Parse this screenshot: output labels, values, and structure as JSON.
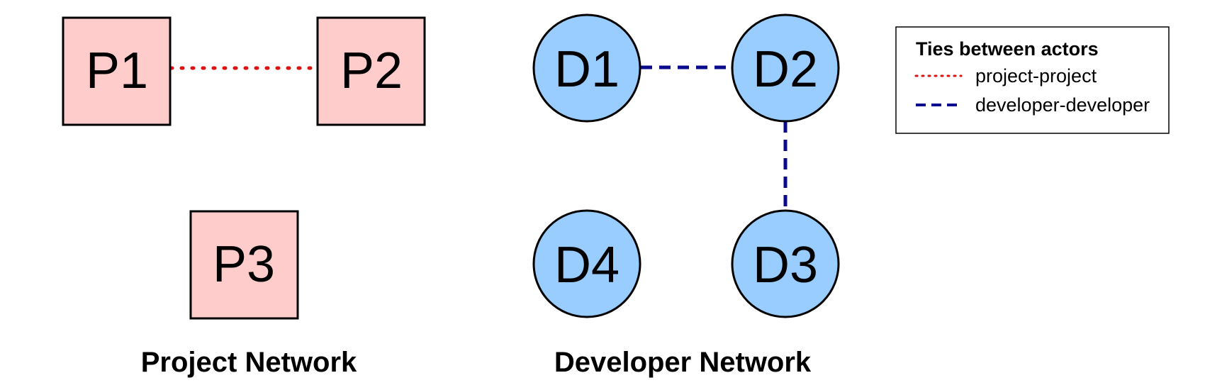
{
  "colors": {
    "project_fill": "#ffcccc",
    "developer_fill": "#99ccff",
    "project_tie": "#dd1111",
    "developer_tie": "#0a0a8c",
    "stroke": "#000000"
  },
  "project_network": {
    "caption": "Project Network",
    "nodes": [
      {
        "id": "P1",
        "label": "P1"
      },
      {
        "id": "P2",
        "label": "P2"
      },
      {
        "id": "P3",
        "label": "P3"
      }
    ],
    "ties": [
      {
        "from": "P1",
        "to": "P2",
        "type": "project-project"
      }
    ]
  },
  "developer_network": {
    "caption": "Developer Network",
    "nodes": [
      {
        "id": "D1",
        "label": "D1"
      },
      {
        "id": "D2",
        "label": "D2"
      },
      {
        "id": "D3",
        "label": "D3"
      },
      {
        "id": "D4",
        "label": "D4"
      }
    ],
    "ties": [
      {
        "from": "D1",
        "to": "D2",
        "type": "developer-developer"
      },
      {
        "from": "D2",
        "to": "D3",
        "type": "developer-developer"
      }
    ]
  },
  "legend": {
    "title": "Ties between actors",
    "entries": [
      {
        "label": "project-project",
        "style": "dotted"
      },
      {
        "label": "developer-developer",
        "style": "dashed"
      }
    ]
  }
}
